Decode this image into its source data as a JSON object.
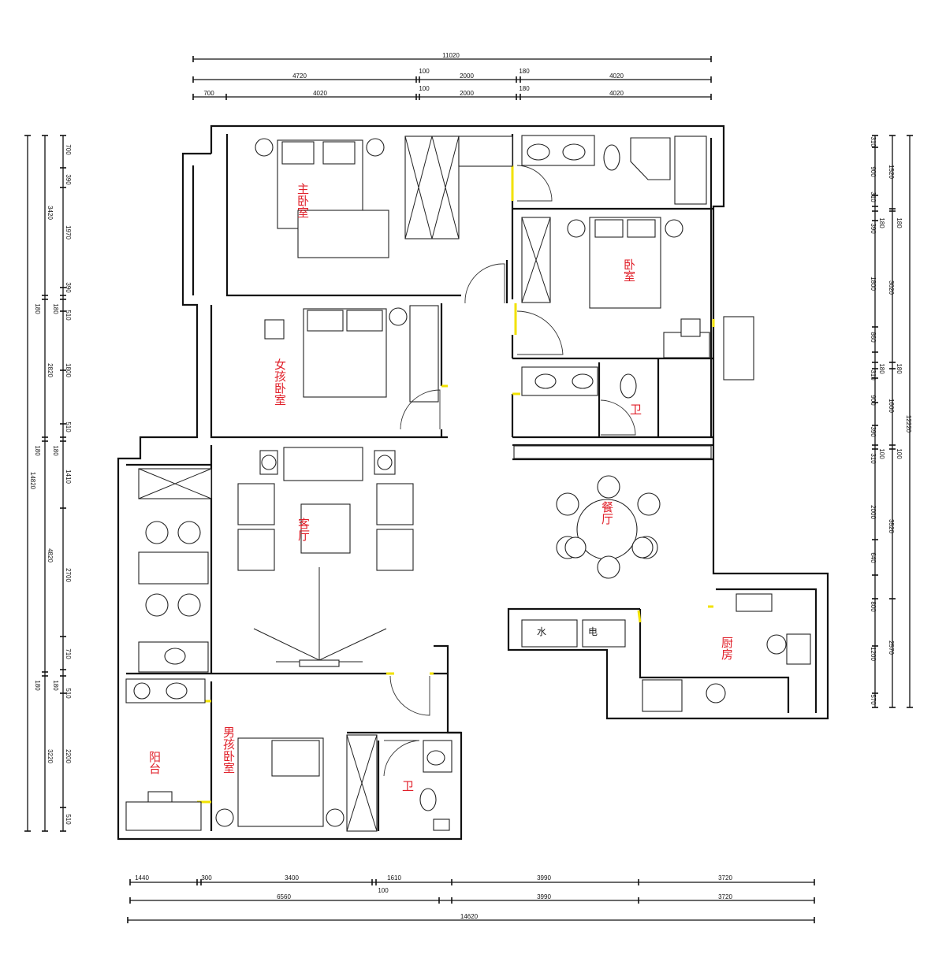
{
  "rooms": {
    "master_bedroom": "主卧室",
    "bedroom": "卧室",
    "girl_bedroom": "女孩卧室",
    "bathroom_1": "卫",
    "living_room": "客厅",
    "dining_room": "餐厅",
    "kitchen": "厨房",
    "balcony": "阳台",
    "boy_bedroom": "男孩卧室",
    "bathroom_2": "卫",
    "water_cabinet": "水",
    "electric_cabinet": "电"
  },
  "dimensions": {
    "top": {
      "row1": [
        "11020"
      ],
      "row2": [
        "4720",
        "100",
        "2000",
        "180",
        "4020"
      ],
      "row3": [
        "700",
        "4020",
        "100",
        "2000",
        "180",
        "4020"
      ]
    },
    "left": {
      "total": [
        "14820"
      ],
      "middle": [
        "3420",
        "180",
        "2820",
        "180",
        "4820",
        "180",
        "3220"
      ],
      "detail": [
        "700",
        "390",
        "1970",
        "390",
        "180",
        "510",
        "1800",
        "510",
        "180",
        "1410",
        "2700",
        "710",
        "180",
        "510",
        "2200",
        "510"
      ]
    },
    "right": {
      "detail": [
        "310",
        "900",
        "310",
        "180",
        "390",
        "1800",
        "860",
        "180",
        "310",
        "900",
        "390",
        "100",
        "310",
        "2000",
        "640",
        "800",
        "1200",
        "570"
      ],
      "middle": [
        "1520",
        "180",
        "3020",
        "180",
        "1600",
        "100",
        "3520",
        "2570"
      ],
      "total": [
        "12220"
      ]
    },
    "bottom": {
      "row1": [
        "1440",
        "300",
        "3400",
        "100",
        "1610",
        "3990",
        "3720"
      ],
      "row2": [
        "6560",
        "3990",
        "3720"
      ],
      "row3": [
        "14620"
      ]
    }
  }
}
